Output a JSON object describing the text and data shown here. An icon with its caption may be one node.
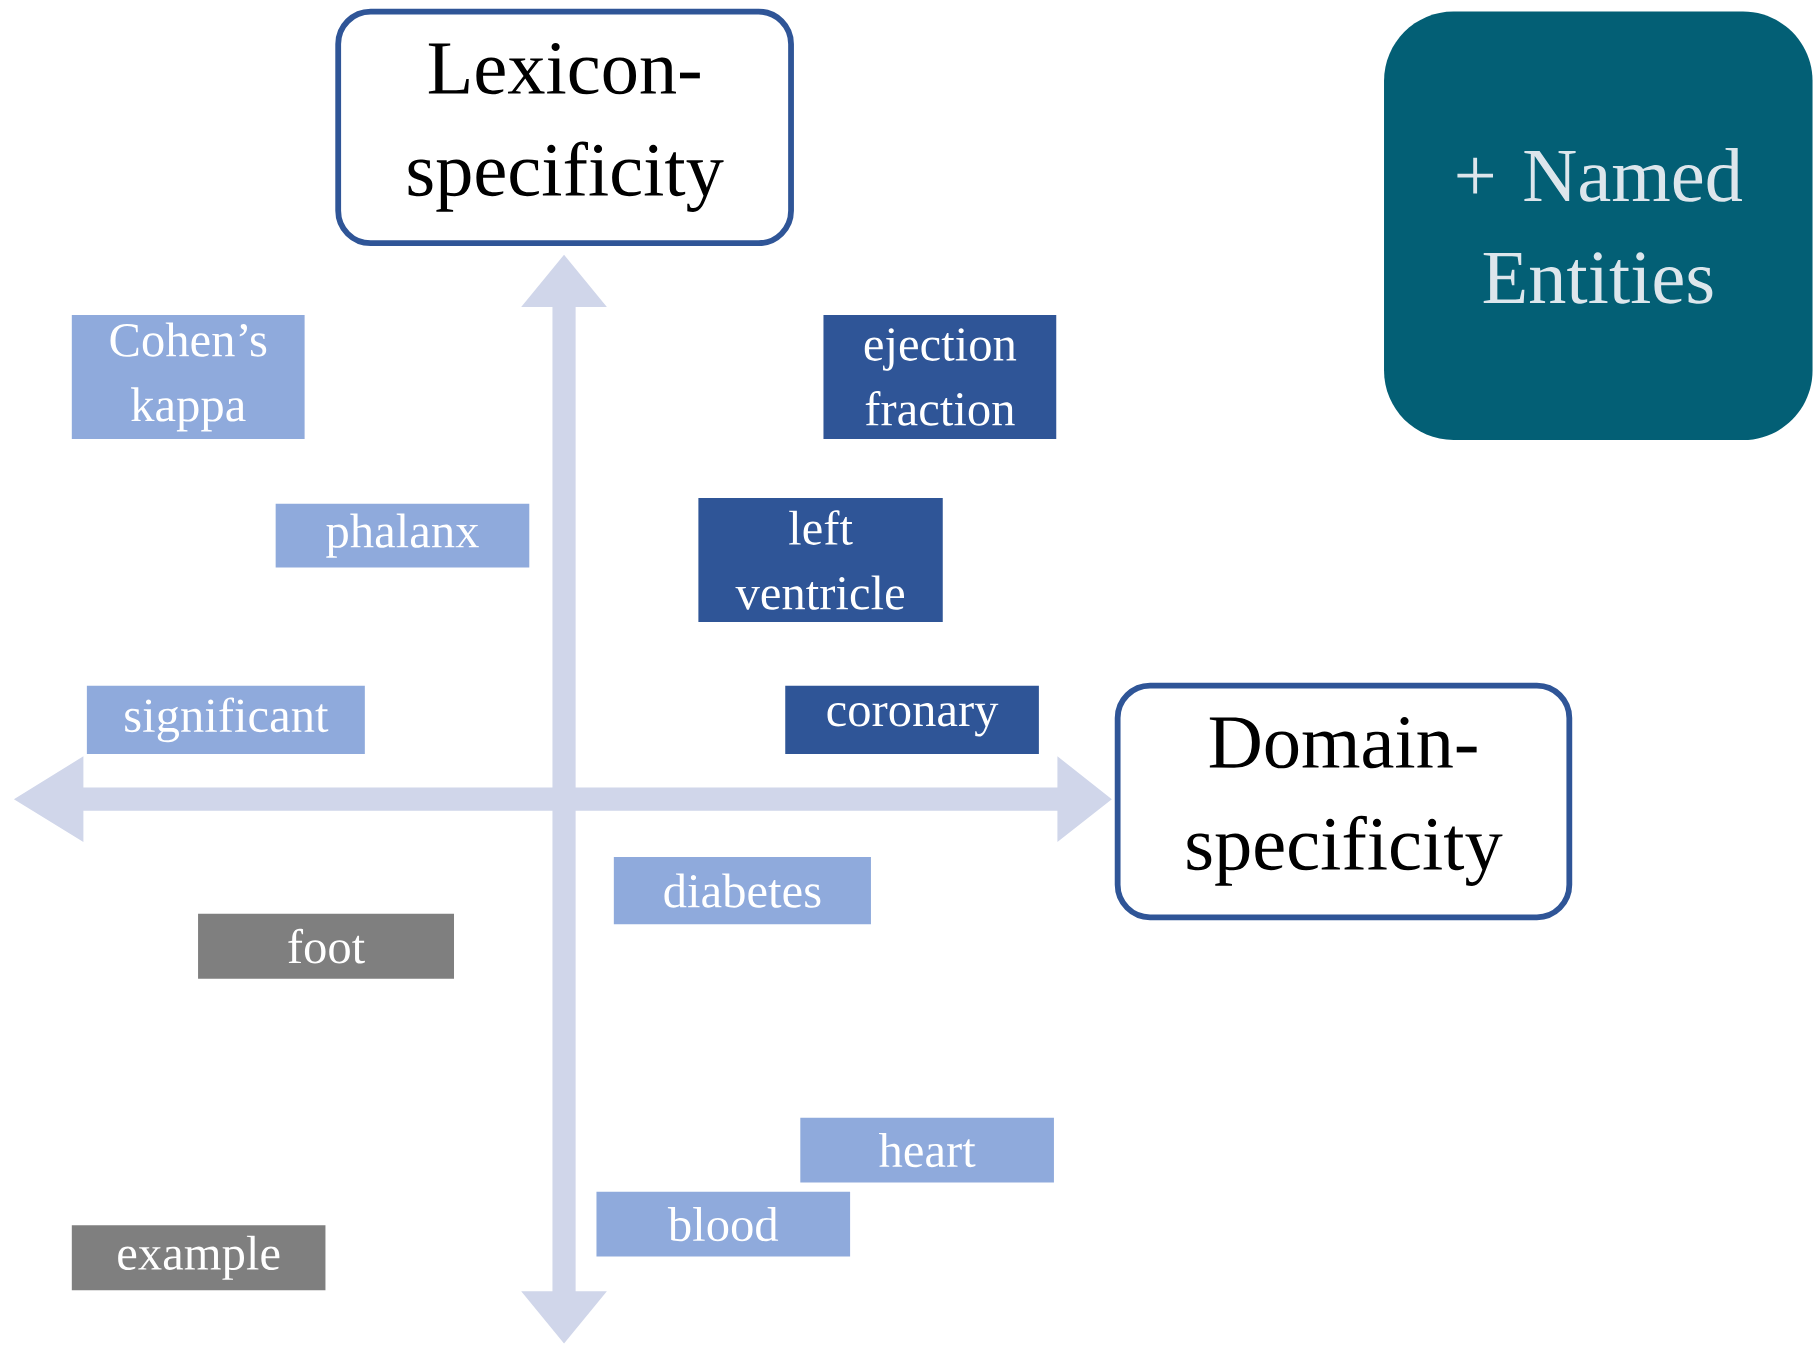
{
  "diagram": {
    "nodes": [
      {
        "text": [
          "Lexicon- specificity"
        ]
      },
      {
        "text": [
          "+ Named Entities"
        ]
      },
      {
        "text": [
          "Cohen’s kappa"
        ]
      },
      {
        "text": [
          "ejection fraction"
        ]
      },
      {
        "text": [
          "phalanx"
        ]
      },
      {
        "text": [
          "left ventricle"
        ]
      },
      {
        "text": [
          "significant"
        ]
      },
      {
        "text": [
          "coronary"
        ]
      },
      {
        "text": [
          "Domain- specificity"
        ]
      },
      {
        "text": [
          "diabetes"
        ]
      },
      {
        "text": [
          "foot"
        ]
      },
      {
        "text": [
          "heart"
        ]
      },
      {
        "text": [
          "blood"
        ]
      },
      {
        "text": [
          "example"
        ]
      }
    ]
  }
}
